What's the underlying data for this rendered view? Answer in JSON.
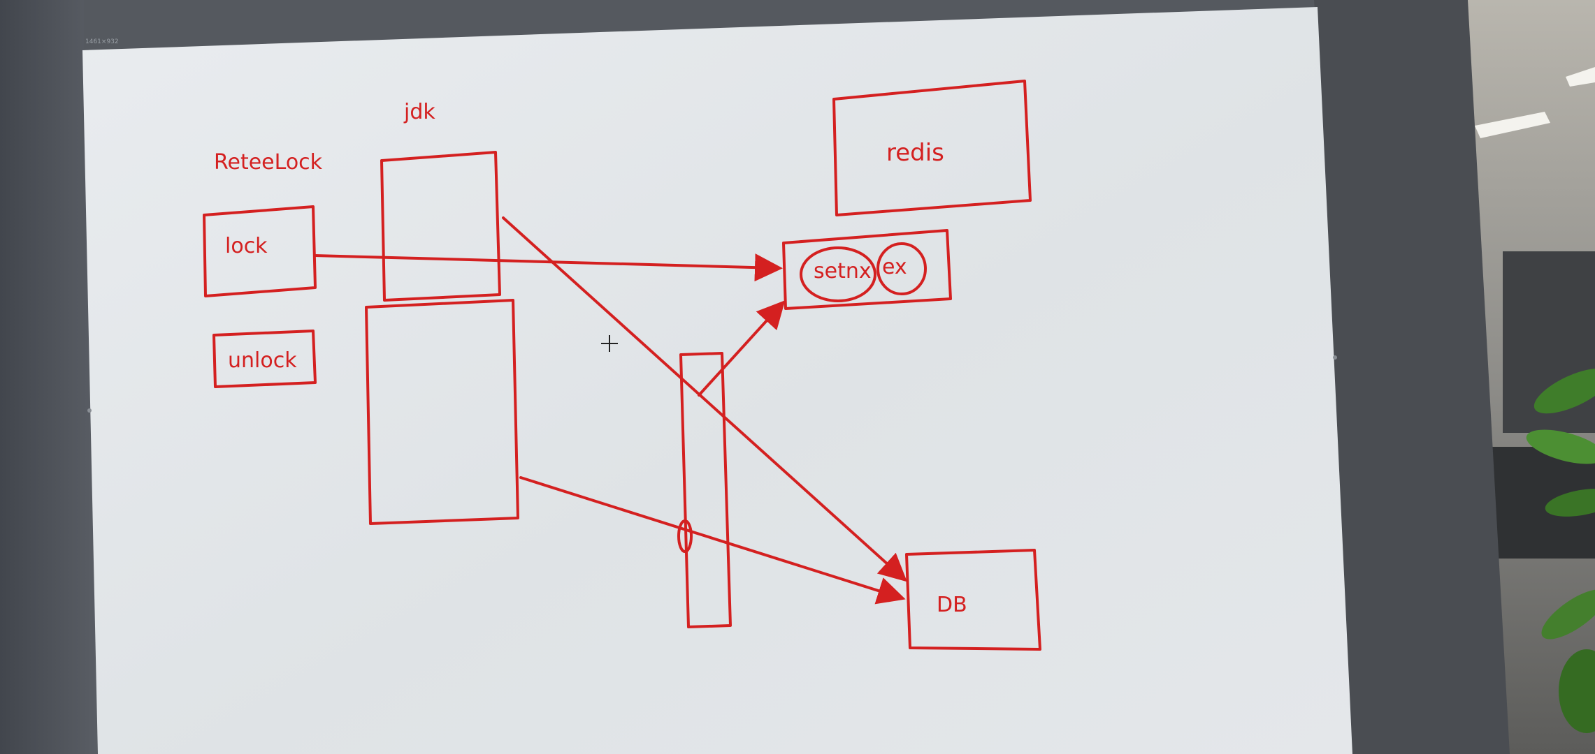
{
  "screen": {
    "dimension_readout": "1461×932"
  },
  "diagram": {
    "stroke_color": "#d42020",
    "labels": {
      "retee_lock": "ReteeLock",
      "jdk": "jdk",
      "lock": "lock",
      "unlock": "unlock",
      "redis": "redis",
      "setnx": "setnx",
      "ex": "ex",
      "db": "DB"
    },
    "cursor": "crosshair",
    "arrows": [
      {
        "from": "lock",
        "to": "setnx-ex-box"
      },
      {
        "from": "jdk-top-box",
        "to": "db"
      },
      {
        "from": "jdk-bottom-box",
        "to": "db"
      },
      {
        "from": "middle-column",
        "to": "setnx-ex-box"
      }
    ]
  }
}
